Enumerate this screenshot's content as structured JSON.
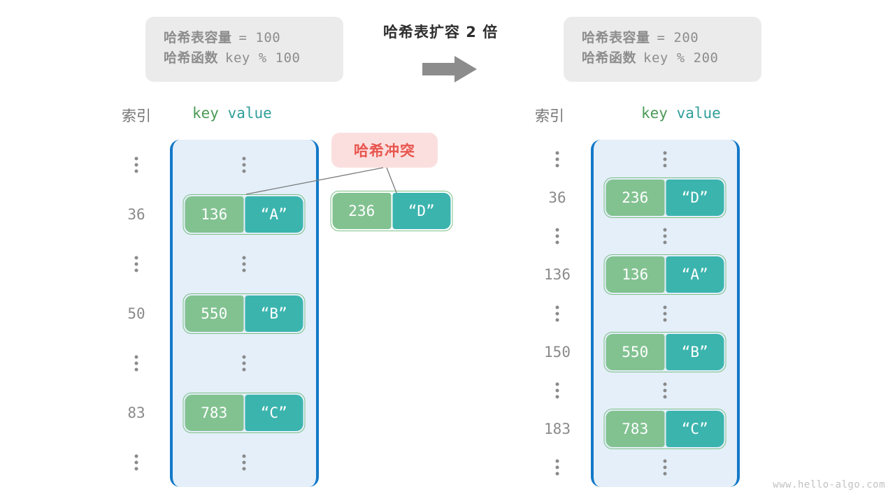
{
  "title": "哈希表扩容 2 倍",
  "arrow_icon": "right-arrow-icon",
  "info_left": {
    "capacity_label": "哈希表容量",
    "capacity_value": "= 100",
    "function_label": "哈希函数",
    "function_value": "key % 100"
  },
  "info_right": {
    "capacity_label": "哈希表容量",
    "capacity_value": "= 200",
    "function_label": "哈希函数",
    "function_value": "key % 200"
  },
  "headers": {
    "index": "索引",
    "key": "key",
    "value": "value",
    "kv": "key  value"
  },
  "collision_badge": "哈希冲突",
  "colors": {
    "key_cell": "#82c291",
    "value_cell": "#3bb4ae",
    "pair_border": "#7cbf86",
    "panel_fill": "#e4eff9",
    "panel_border": "#1479c8",
    "badge_bg": "#fbdfdf",
    "badge_text": "#e8554d",
    "info_bg": "#ebebeb",
    "info_text": "#8d8d8d",
    "index_text": "#8a8a8a",
    "key_header": "#4c9a57",
    "value_header": "#2f9e9a"
  },
  "left_table": {
    "rows": [
      {
        "type": "dots",
        "index": "⋮"
      },
      {
        "type": "entry",
        "index": "36",
        "key": "136",
        "value": "“A”"
      },
      {
        "type": "dots",
        "index": "⋮"
      },
      {
        "type": "entry",
        "index": "50",
        "key": "550",
        "value": "“B”"
      },
      {
        "type": "dots",
        "index": "⋮"
      },
      {
        "type": "entry",
        "index": "83",
        "key": "783",
        "value": "“C”"
      },
      {
        "type": "dots",
        "index": "⋮"
      }
    ]
  },
  "right_table": {
    "rows": [
      {
        "type": "dots",
        "index": "⋮"
      },
      {
        "type": "entry",
        "index": "36",
        "key": "236",
        "value": "“D”"
      },
      {
        "type": "dots",
        "index": "⋮"
      },
      {
        "type": "entry",
        "index": "136",
        "key": "136",
        "value": "“A”"
      },
      {
        "type": "dots",
        "index": "⋮"
      },
      {
        "type": "entry",
        "index": "150",
        "key": "550",
        "value": "“B”"
      },
      {
        "type": "dots",
        "index": "⋮"
      },
      {
        "type": "entry",
        "index": "183",
        "key": "783",
        "value": "“C”"
      },
      {
        "type": "dots",
        "index": "⋮"
      }
    ]
  },
  "colliding_pair": {
    "key": "236",
    "value": "“D”"
  },
  "watermark": "www.hello-algo.com"
}
